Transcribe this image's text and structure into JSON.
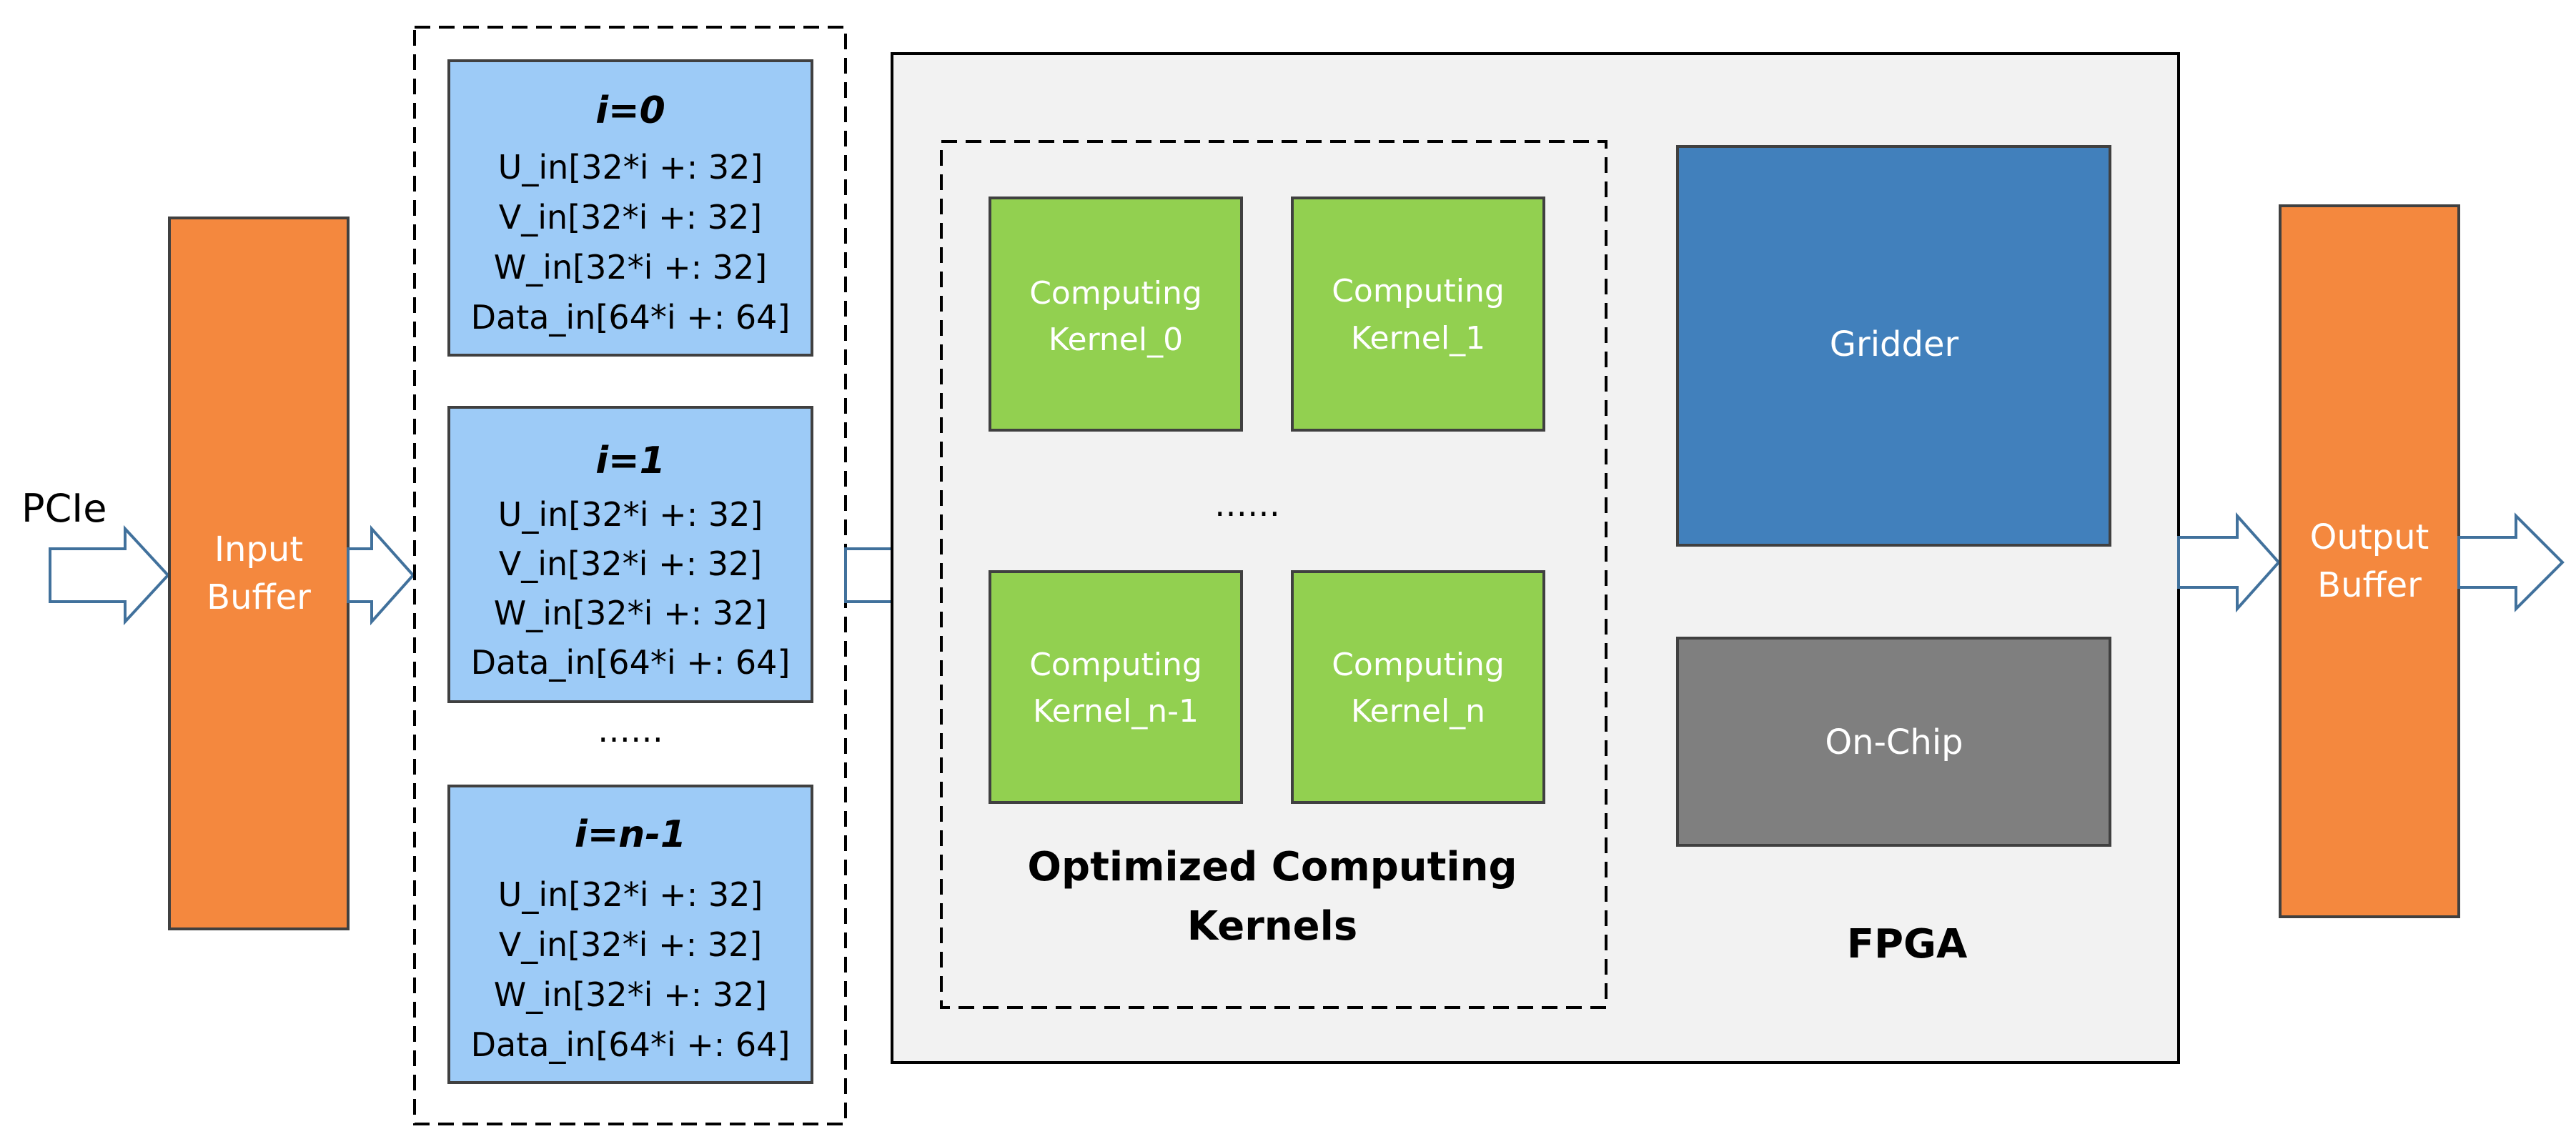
{
  "pcie_label": "PCIe",
  "input_buffer": {
    "line1": "Input",
    "line2": "Buffer"
  },
  "output_buffer": {
    "line1": "Output",
    "line2": "Buffer"
  },
  "lanes": [
    {
      "title": "i=0",
      "lines": [
        "U_in[32*i +: 32]",
        "V_in[32*i +: 32]",
        "W_in[32*i +: 32]",
        "Data_in[64*i +: 64]"
      ]
    },
    {
      "title": "i=1",
      "lines": [
        "U_in[32*i +: 32]",
        "V_in[32*i +: 32]",
        "W_in[32*i +: 32]",
        "Data_in[64*i +: 64]"
      ]
    },
    {
      "title": "i=n-1",
      "lines": [
        "U_in[32*i +: 32]",
        "V_in[32*i +: 32]",
        "W_in[32*i +: 32]",
        "Data_in[64*i +: 64]"
      ]
    }
  ],
  "lanes_ellipsis": "……",
  "kernels": [
    {
      "line1": "Computing",
      "line2": "Kernel_0"
    },
    {
      "line1": "Computing",
      "line2": "Kernel_1"
    },
    {
      "line1": "Computing",
      "line2": "Kernel_n-1"
    },
    {
      "line1": "Computing",
      "line2": "Kernel_n"
    }
  ],
  "kernels_ellipsis": "……",
  "kernels_group": {
    "line1": "Optimized Computing",
    "line2": "Kernels"
  },
  "gridder": "Gridder",
  "onchip": "On-Chip",
  "fpga_label": "FPGA",
  "colors": {
    "buffer": "#F4883E",
    "lane": "#9DCBF7",
    "kernel": "#92D050",
    "gridder": "#4180BC",
    "onchip": "#7F7F7F",
    "fpga_bg": "#F2F2F2",
    "arrow_stroke": "#41719C"
  }
}
